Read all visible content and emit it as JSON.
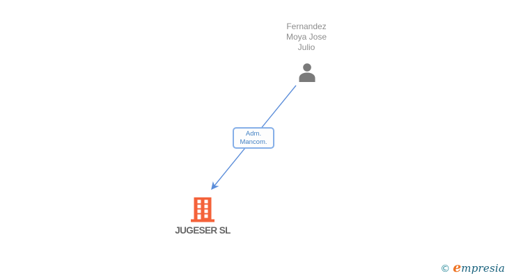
{
  "person": {
    "name": "Fernandez Moya Jose Julio",
    "name_lines": [
      "Fernandez",
      "Moya Jose",
      "Julio"
    ]
  },
  "edge": {
    "label": "Adm. Mancom.",
    "label_lines": [
      "Adm.",
      "Mancom."
    ]
  },
  "company": {
    "name": "JUGESER SL"
  },
  "footer": {
    "copyright_symbol": "©",
    "brand_initial": "e",
    "brand_rest": "mpresia"
  },
  "colors": {
    "line": "#5b8dd9",
    "box_border": "#85afe8",
    "box_text": "#4482c4",
    "person_icon": "#7a7a7a",
    "person_text": "#8d8d8d",
    "building": "#f4623a",
    "window": "#ffffff",
    "company_text": "#666666",
    "footer_copyright": "#2b8b9b",
    "footer_brand_e": "#ee7425",
    "footer_brand_rest": "#17607c"
  }
}
